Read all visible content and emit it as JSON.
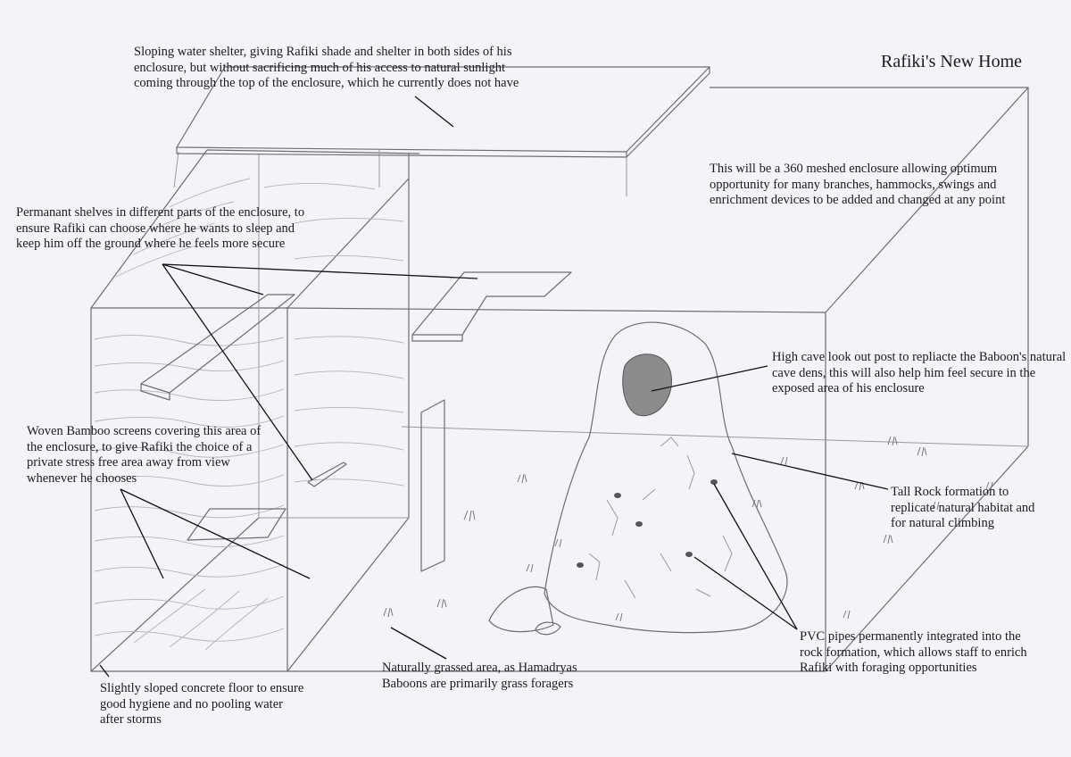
{
  "title": "Rafiki's New Home",
  "annotations": {
    "water_shelter": "Sloping water shelter, giving Rafiki shade and shelter in both sides of his enclosure, but without sacrificing much of his access to natural sunlight coming through the top of the enclosure, which he currently does not have",
    "meshed_enclosure": "This will be a 360 meshed enclosure allowing optimum opportunity for many branches, hammocks, swings and enrichment devices to be added and changed at any point",
    "shelves": "Permanant shelves in different parts of the enclosure, to ensure Rafiki can choose where he wants to sleep and keep him off the ground where he feels more secure",
    "cave": "High cave look out post to repliacte the Baboon's natural cave dens, this will also help him feel secure in the  exposed area of his enclosure",
    "bamboo": "Woven Bamboo screens covering this area of the enclosure, to give Rafiki the choice of a private stress free area away from view whenever he chooses",
    "rock": "Tall Rock formation to replicate natural habitat and for natural climbing",
    "pvc": "PVC pipes permanently integrated into the rock formation, which allows staff to enrich Rafiki with foraging opportunities",
    "grass": "Naturally grassed area, as Hamadryas Baboons are primarily grass foragers",
    "concrete": "Slightly sloped concrete floor to ensure good hygiene and no pooling water after storms"
  },
  "colors": {
    "paper": "#f3f3f8",
    "pencil": "#6e6e6e",
    "ink": "#111111"
  }
}
